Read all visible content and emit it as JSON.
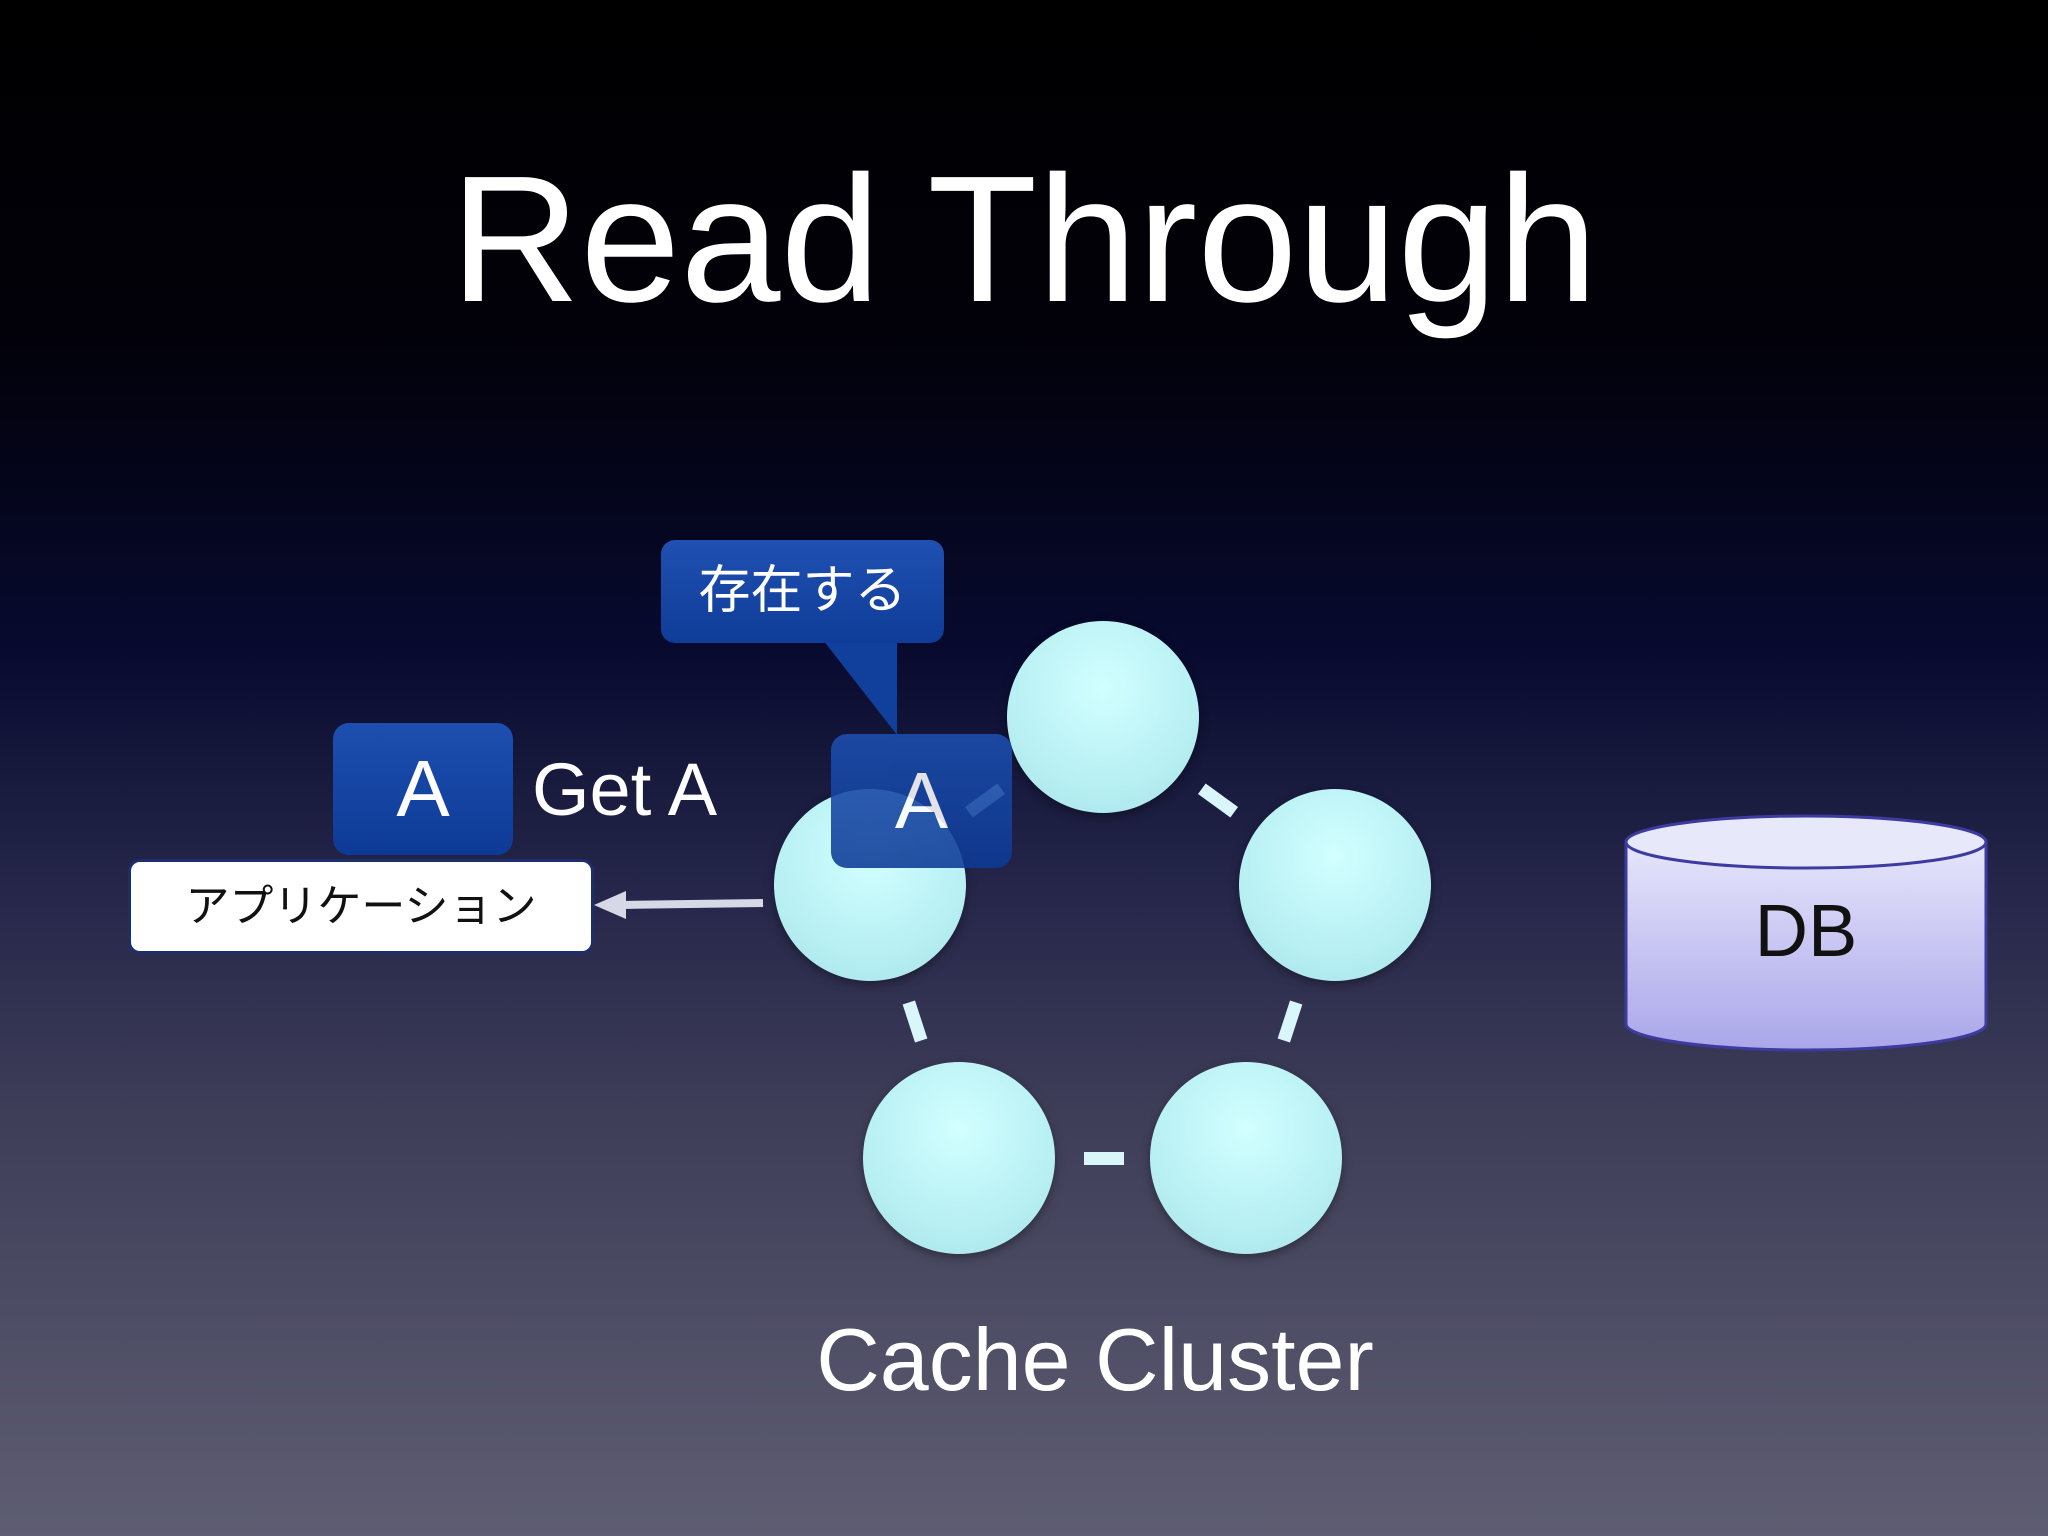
{
  "title": "Read Through",
  "cluster": {
    "label": "Cache Cluster",
    "node_color": "#bdf2f6"
  },
  "request": {
    "key": "A",
    "label": "Get A"
  },
  "application": {
    "label": "アプリケーション"
  },
  "cached_key": {
    "key": "A",
    "callout": "存在する"
  },
  "db": {
    "label": "DB",
    "color": "#c9c6f2"
  },
  "colors": {
    "key_box": "#1445a6",
    "text": "#ffffff"
  }
}
